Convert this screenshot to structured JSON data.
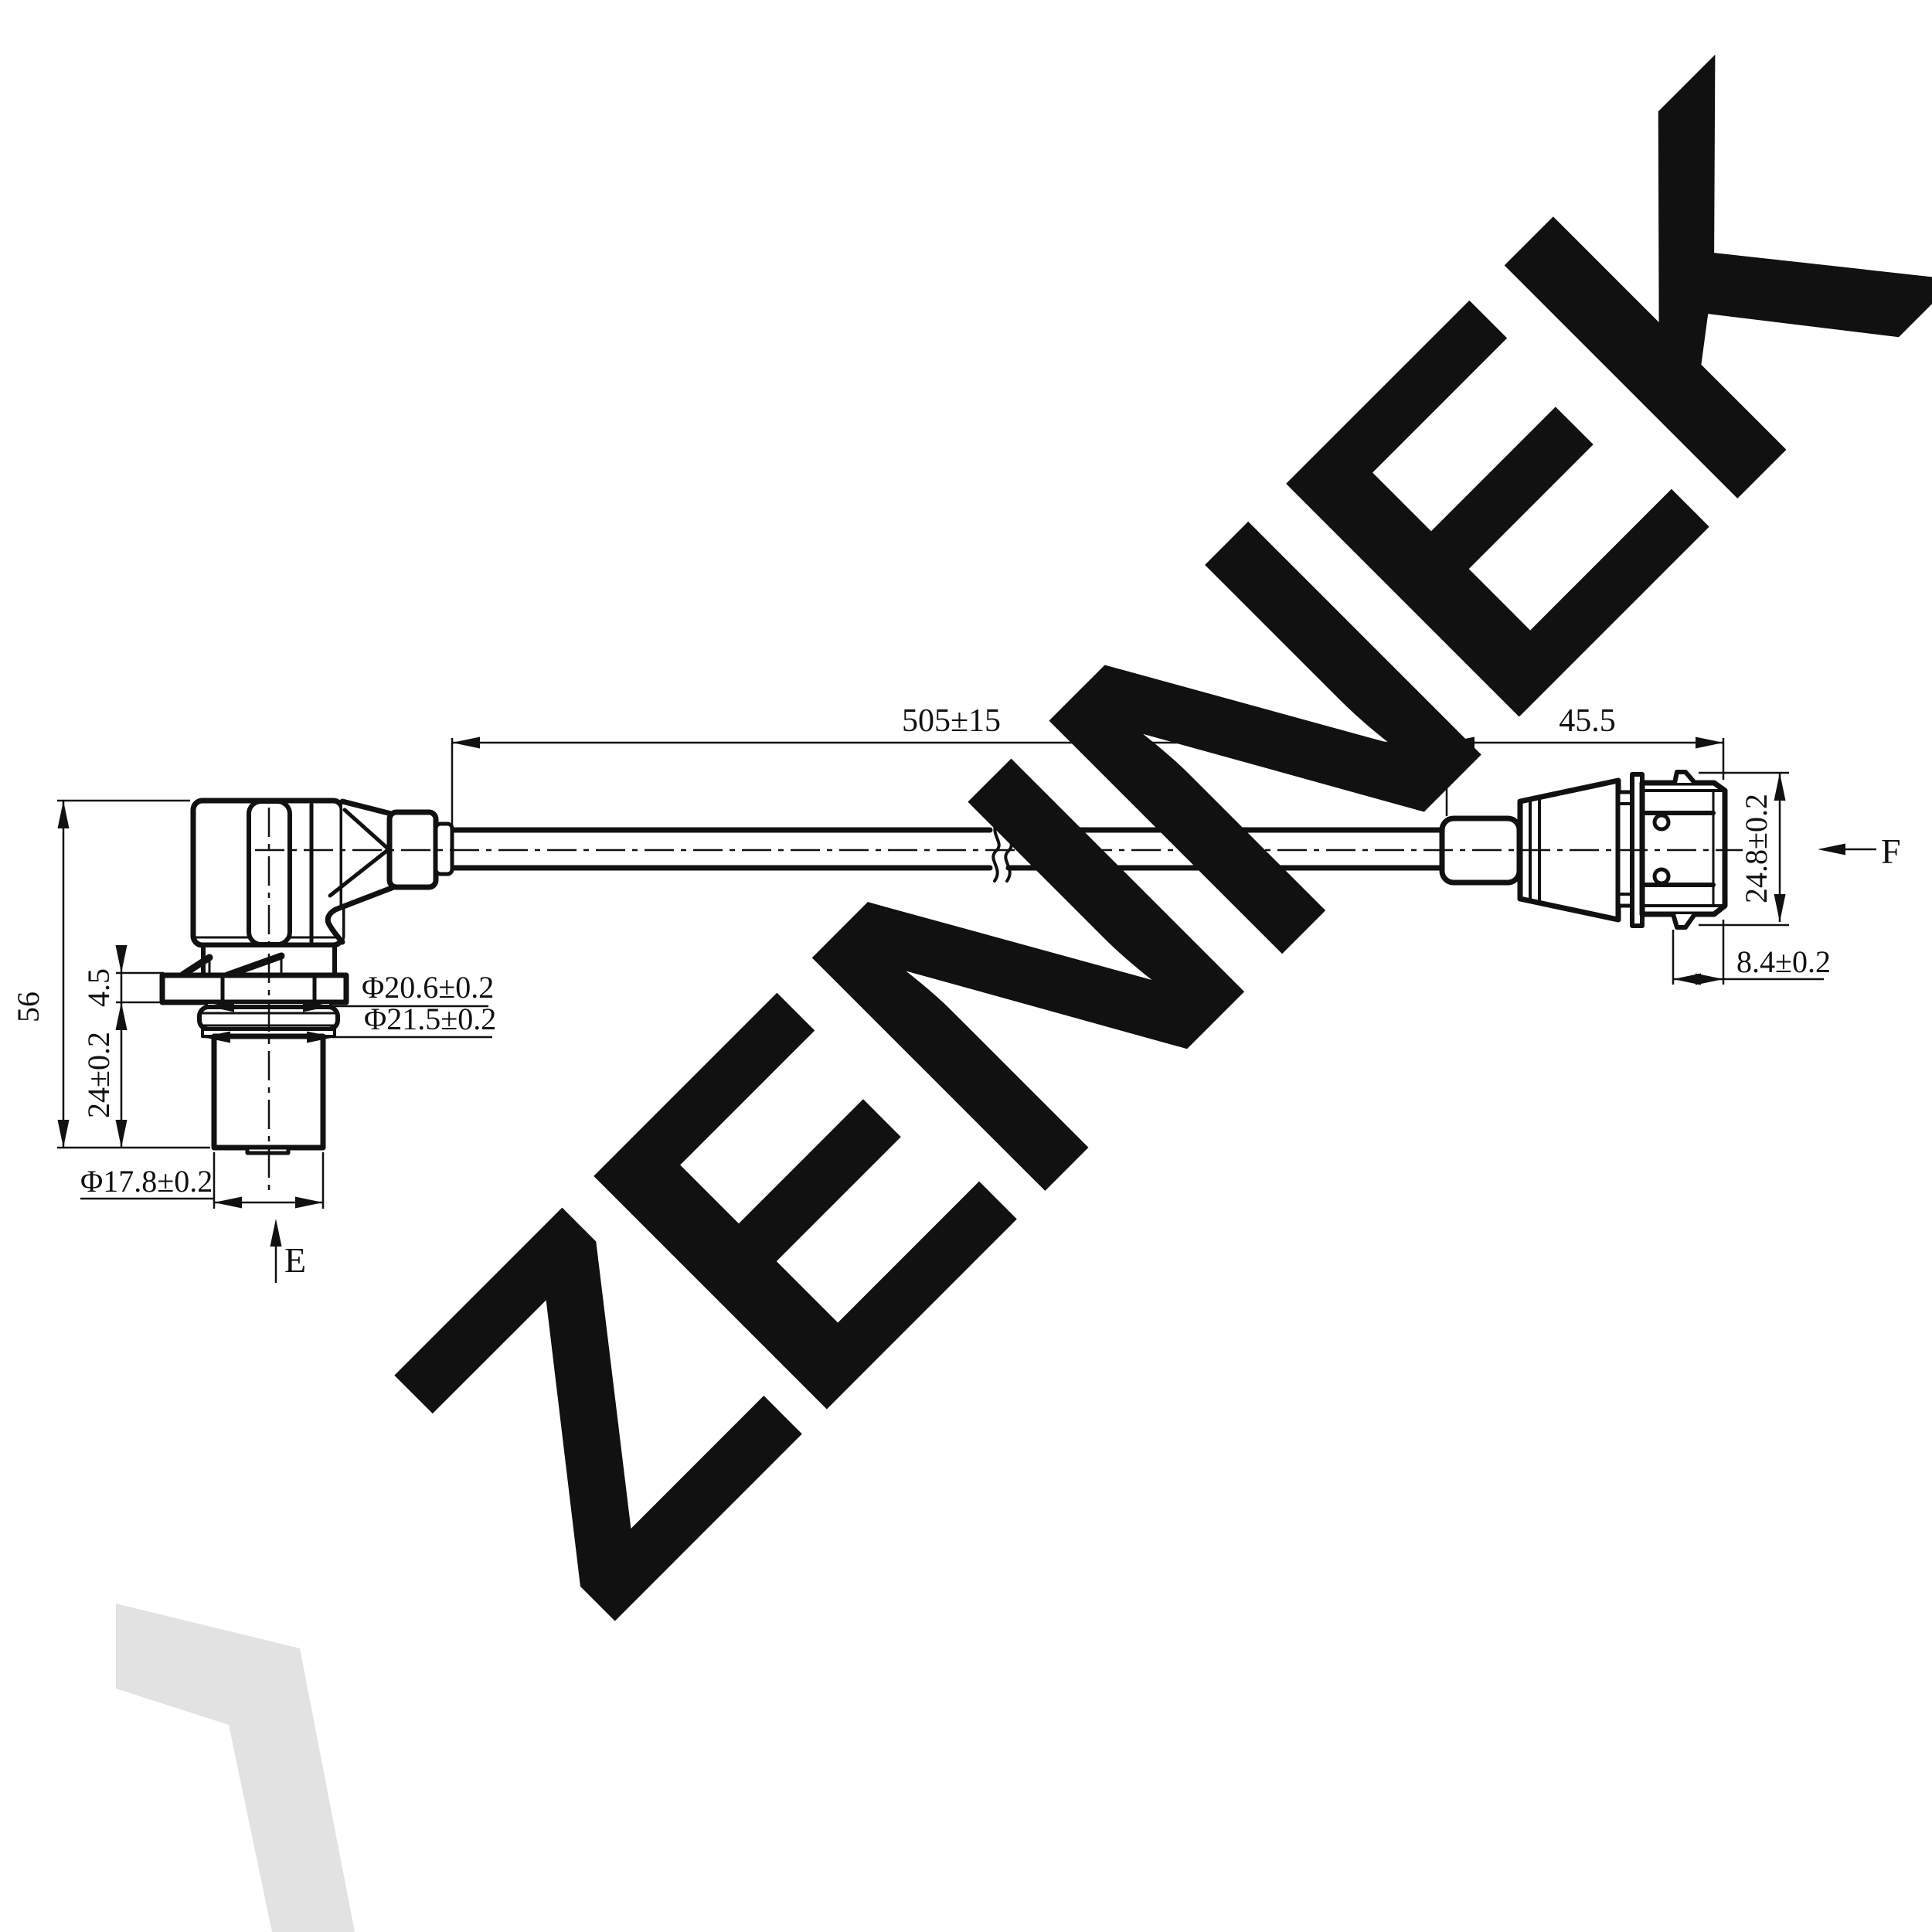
{
  "title": "sensor-cable-connector-dimension-drawing",
  "style": {
    "line_color": "#111111",
    "background": "#ffffff"
  },
  "watermark": {
    "text": "ZENNEK",
    "color": "#e2e2e2"
  },
  "dimensions": {
    "cable_length": "505±15",
    "connector_length": "45.5",
    "sensor_height": "56",
    "flange_thickness": "4.5",
    "probe_length": "24±0.2",
    "collar_diameter": "Φ20.6±0.2",
    "oring_diameter": "Φ21.5±0.2",
    "probe_diameter": "Φ17.8±0.2",
    "connector_height": "24.8±0.2",
    "latch_width": "8.4±0.2"
  },
  "view_labels": {
    "probe_end": "E",
    "connector_end": "F"
  }
}
